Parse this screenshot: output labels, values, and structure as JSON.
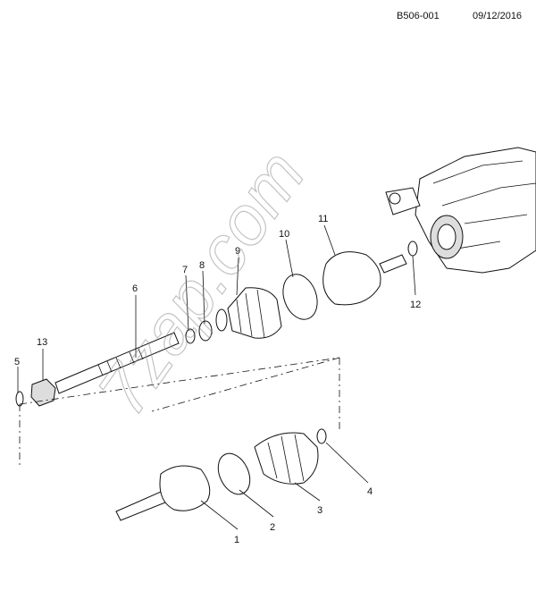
{
  "header": {
    "diagram_code": "B506-001",
    "date": "09/12/2016"
  },
  "watermark": "7zap.com",
  "callouts": [
    "1",
    "2",
    "3",
    "4",
    "5",
    "6",
    "7",
    "8",
    "9",
    "10",
    "11",
    "12",
    "13"
  ]
}
